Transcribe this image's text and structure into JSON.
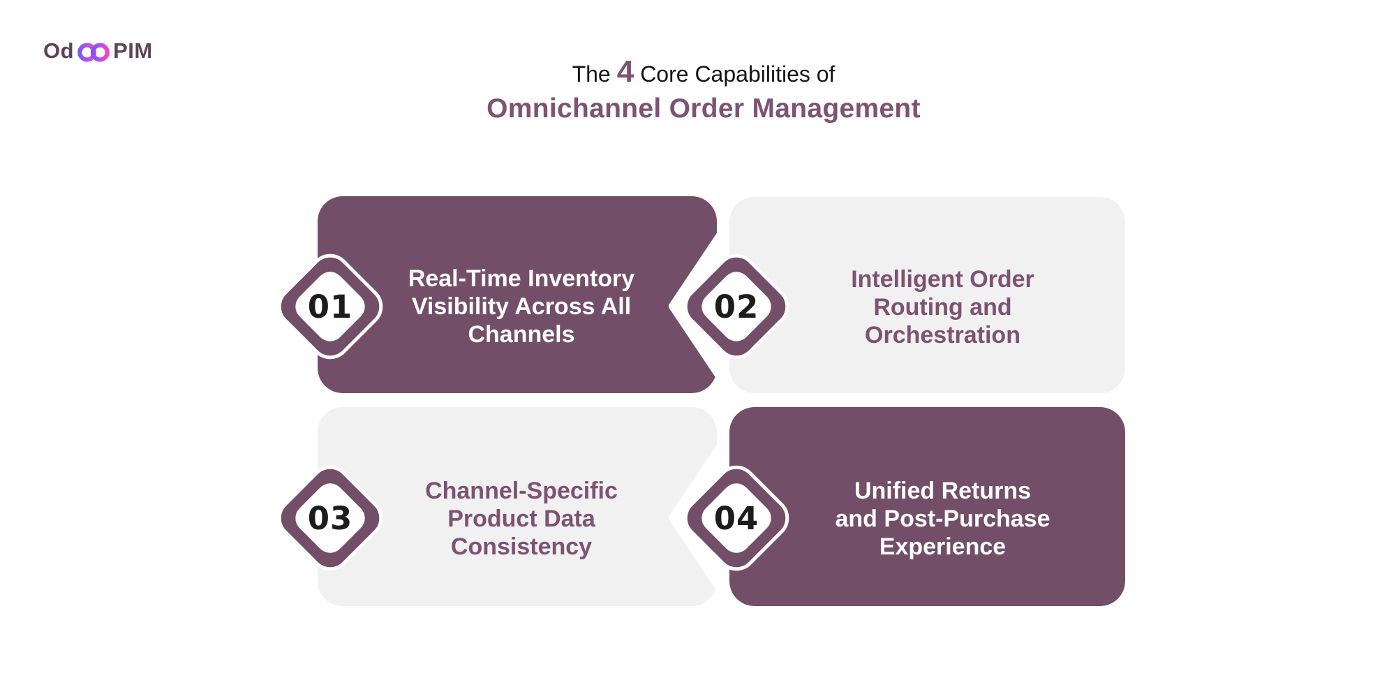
{
  "logo": {
    "text_start": "Od",
    "text_end": "PIM"
  },
  "title": {
    "line1_prefix": "The",
    "line1_number": "4",
    "line1_suffix": "Core Capabilities of",
    "line2": "Omnichannel Order Management"
  },
  "colors": {
    "card_purple": "#734E68",
    "card_gray": "#F1F1F1",
    "accent_plum": "#7D5273",
    "number_dark": "#1C1C1C",
    "logo_text": "#5E4356",
    "infinity_gradient": [
      "#7E57F2",
      "#B94DEC",
      "#F046C4"
    ],
    "background": "#FFFFFF"
  },
  "cards": [
    {
      "number": "01",
      "variant": "purple",
      "lines": [
        "Real-Time Inventory",
        "Visibility Across All",
        "Channels"
      ]
    },
    {
      "number": "02",
      "variant": "gray",
      "lines": [
        "Intelligent Order",
        "Routing and",
        "Orchestration"
      ]
    },
    {
      "number": "03",
      "variant": "gray",
      "lines": [
        "Channel-Specific",
        "Product Data",
        "Consistency"
      ]
    },
    {
      "number": "04",
      "variant": "purple",
      "lines": [
        "Unified Returns",
        "and Post-Purchase",
        "Experience"
      ]
    }
  ]
}
